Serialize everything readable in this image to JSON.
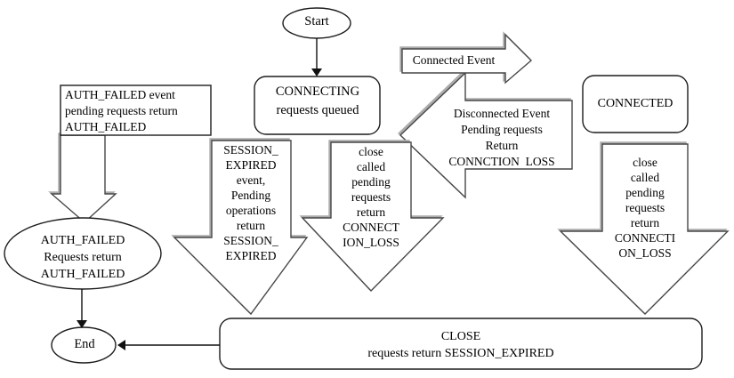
{
  "diagram": {
    "kind": "flowchart-state-diagram",
    "nodes": {
      "start": {
        "label": "Start",
        "shape": "oval"
      },
      "connecting": {
        "label": "CONNECTING\nrequests queued",
        "shape": "rounded-rect"
      },
      "connected": {
        "label": "CONNECTED",
        "shape": "rounded-rect"
      },
      "close": {
        "label": "CLOSE\nrequests return SESSION_EXPIRED",
        "shape": "rounded-rect"
      },
      "auth_failed_state": {
        "label": "AUTH_FAILED\nRequests return\nAUTH_FAILED",
        "shape": "oval"
      },
      "end": {
        "label": "End",
        "shape": "oval"
      }
    },
    "transitions": {
      "connected_event": {
        "label": "Connected Event",
        "shape": "right-block-arrow"
      },
      "disconnected_event": {
        "label": "Disconnected Event\nPending requests\nReturn\nCONNCTION  LOSS",
        "shape": "left-block-arrow"
      },
      "auth_failed_event": {
        "label": "AUTH_FAILED event\npending requests return\nAUTH_FAILED",
        "shape": "rect-with-down-arrow"
      },
      "session_expired_event": {
        "label": "SESSION_\nEXPIRED\nevent,\nPending\noperations\nreturn\nSESSION_\nEXPIRED",
        "shape": "down-block-arrow"
      },
      "close_called_mid": {
        "label": "close\ncalled\npending\nrequests\nreturn\nCONNECT\nION_LOSS",
        "shape": "down-block-arrow"
      },
      "close_called_right": {
        "label": "close\ncalled\npending\nrequests\nreturn\nCONNECTI\nON_LOSS",
        "shape": "down-block-arrow"
      }
    },
    "colors": {
      "background": "#ffffff",
      "shape_fill": "#ffffff",
      "node_outline": "#1c1c1c",
      "block_arrow_outline": "#474747",
      "block_arrow_shadow": "#ababab",
      "text": "#000000"
    }
  }
}
